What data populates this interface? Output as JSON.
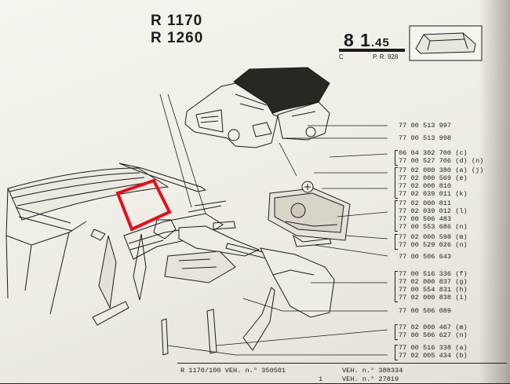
{
  "header": {
    "model_line1": "R 1170",
    "model_line2": "R 1260",
    "page_main": "8 1",
    "page_sub": ".45",
    "page_letter": "C",
    "page_ref": "P. R. 928"
  },
  "part_numbers": [
    {
      "code": "77 00 513 997",
      "note": ""
    },
    {
      "code": "77 00 513 998",
      "note": ""
    },
    {
      "code": "06 04 302 700",
      "note": "(c)"
    },
    {
      "code": "77 00 527 706",
      "note": "(d) (n)"
    },
    {
      "code": "77 02 000 380",
      "note": "(a) (j)"
    },
    {
      "code": "77 02 000 569",
      "note": "(e)"
    },
    {
      "code": "77 02 000 810",
      "note": ""
    },
    {
      "code": "77 02 039 011",
      "note": "(k)"
    },
    {
      "code": "77 02 000 811",
      "note": ""
    },
    {
      "code": "77 02 039 012",
      "note": "(l)"
    },
    {
      "code": "77 00 506 483",
      "note": ""
    },
    {
      "code": "77 00 553 686",
      "note": "(n)"
    },
    {
      "code": "77 02 000 598",
      "note": "(m)"
    },
    {
      "code": "77 00 529 026",
      "note": "(n)"
    },
    {
      "code": "77 00 506 643",
      "note": ""
    },
    {
      "code": "77 00 516 336",
      "note": "(f)"
    },
    {
      "code": "77 02 000 837",
      "note": "(g)"
    },
    {
      "code": "77 00 554 831",
      "note": "(h)"
    },
    {
      "code": "77 02 000 838",
      "note": "(i)"
    },
    {
      "code": "77 00 506 089",
      "note": ""
    },
    {
      "code": "77 02 000 467",
      "note": "(m)"
    },
    {
      "code": "77 00 506 627",
      "note": "(n)"
    },
    {
      "code": "77 00 516 338",
      "note": "(a)"
    },
    {
      "code": "77 02 005 434",
      "note": "(b)"
    }
  ],
  "footer": {
    "left": "R 1170/100 VEH. n.° 350501",
    "right": "VEH. n.° 388334",
    "row2_mid": "1",
    "row2_right": "VEH. n.° 27819"
  },
  "colors": {
    "highlight": "#e01020",
    "ink": "#1c1c1c",
    "paper": "#f3f1ea"
  }
}
